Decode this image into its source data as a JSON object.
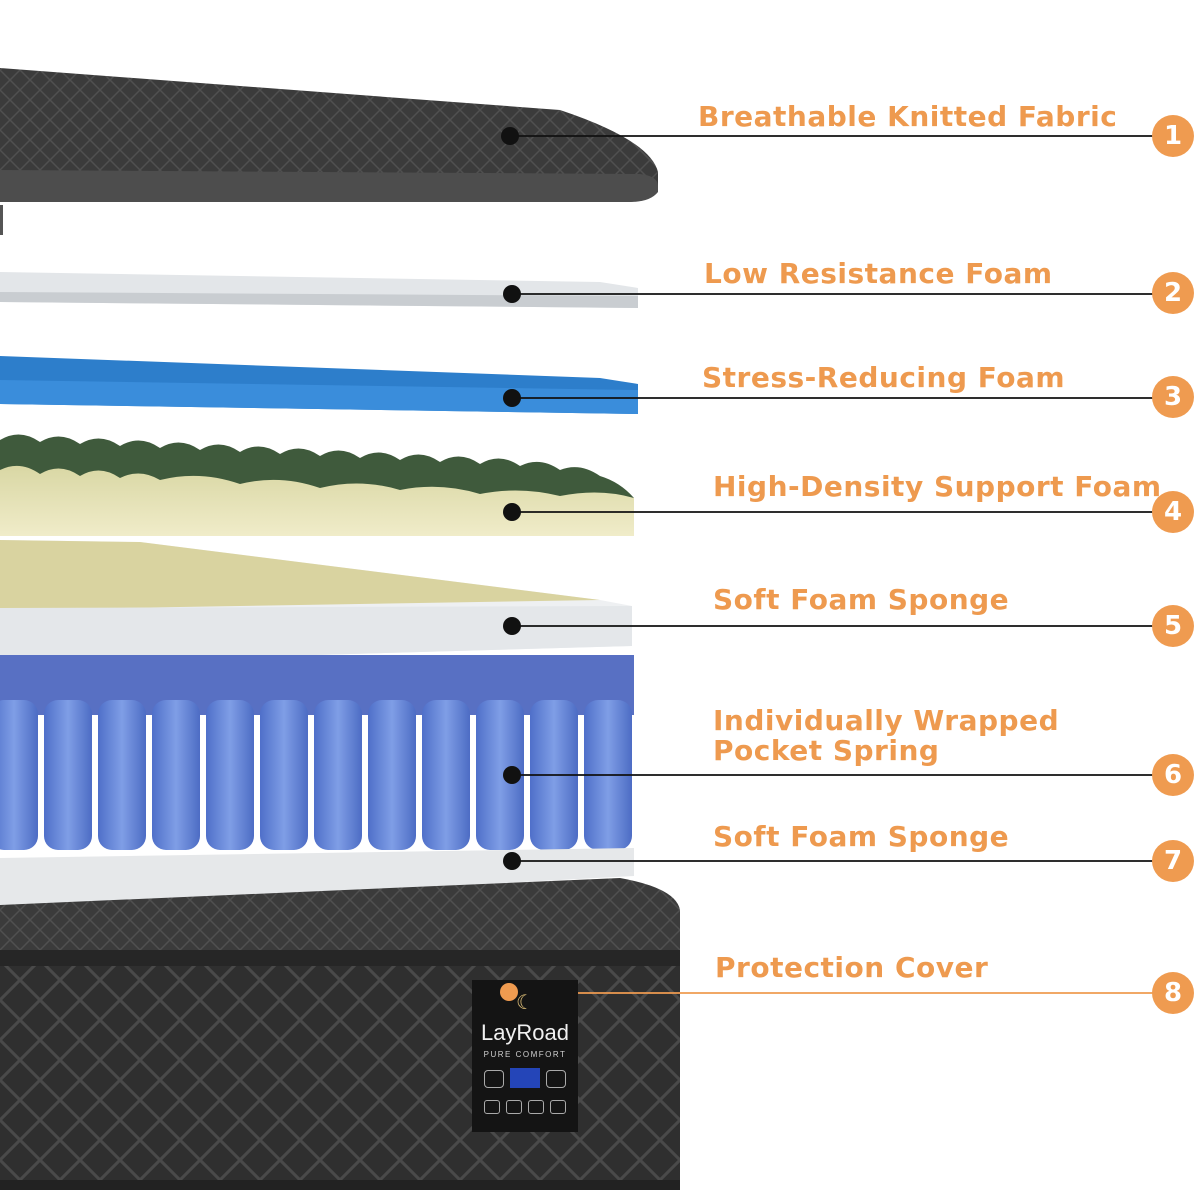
{
  "layers": [
    {
      "number": "1",
      "label": "Breathable Knitted Fabric"
    },
    {
      "number": "2",
      "label": "Low Resistance Foam"
    },
    {
      "number": "3",
      "label": "Stress-Reducing Foam"
    },
    {
      "number": "4",
      "label": "High-Density Support Foam"
    },
    {
      "number": "5",
      "label": "Soft Foam Sponge"
    },
    {
      "number": "6",
      "label_line1": "Individually Wrapped",
      "label_line2": "Pocket Spring"
    },
    {
      "number": "7",
      "label": "Soft Foam Sponge"
    },
    {
      "number": "8",
      "label": "Protection Cover"
    }
  ],
  "brand": {
    "name": "LayRoad",
    "tagline": "PURE COMFORT",
    "moon_icon": "moon-icon"
  },
  "colors": {
    "accent": "#ef9b50",
    "leader": "#111111"
  }
}
